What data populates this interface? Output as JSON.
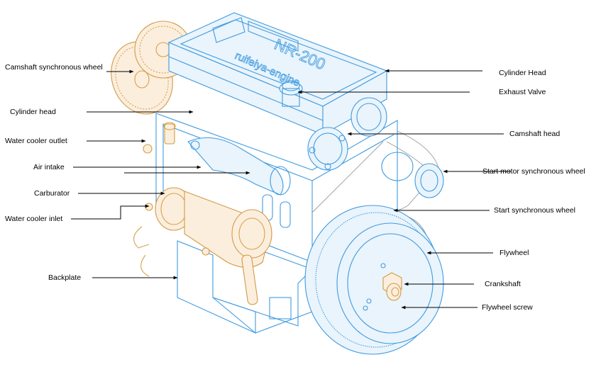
{
  "diagram": {
    "engine_badge": "NR-200",
    "engine_brand": "ruifeiya-engine",
    "labels": {
      "camshaft_synchronous_wheel": "Camshaft synchronous wheel",
      "cylinder_head_left": "Cylinder head",
      "water_cooler_outlet": "Water cooler outlet",
      "air_intake": "Air intake",
      "carburator": "Carburator",
      "water_cooler_inlet": "Water cooler inlet",
      "backplate": "Backplate",
      "cylinder_head_right": "Cylinder Head",
      "exhaust_valve": "Exhaust Valve",
      "camshaft_head": "Camshaft head",
      "start_motor_synchronous_wheel": "Start motor synchronous wheel",
      "start_synchronous_wheel": "Start synchronous wheel",
      "flywheel": "Flywheel",
      "crankshaft": "Crankshaft",
      "flywheel_screw": "Flywheel screw"
    },
    "colors": {
      "engine_block_line": "#3f9be0",
      "brass_parts_line": "#d9a14a",
      "belt_line": "#9a9a9a",
      "leader_line": "#000000"
    }
  }
}
